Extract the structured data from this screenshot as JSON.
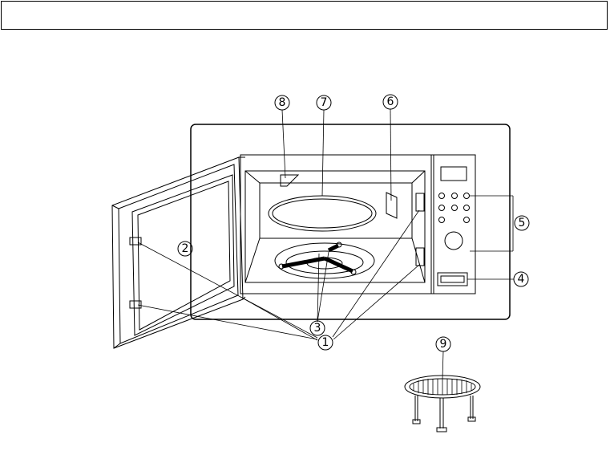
{
  "header": {
    "title": ""
  },
  "callouts": [
    {
      "id": "c1",
      "label": "1"
    },
    {
      "id": "c2",
      "label": "2"
    },
    {
      "id": "c3",
      "label": "3"
    },
    {
      "id": "c4",
      "label": "4"
    },
    {
      "id": "c5",
      "label": "5"
    },
    {
      "id": "c6",
      "label": "6"
    },
    {
      "id": "c7",
      "label": "7"
    },
    {
      "id": "c8",
      "label": "8"
    },
    {
      "id": "c9",
      "label": "9"
    }
  ],
  "colors": {
    "line": "#000000",
    "background": "#ffffff"
  }
}
